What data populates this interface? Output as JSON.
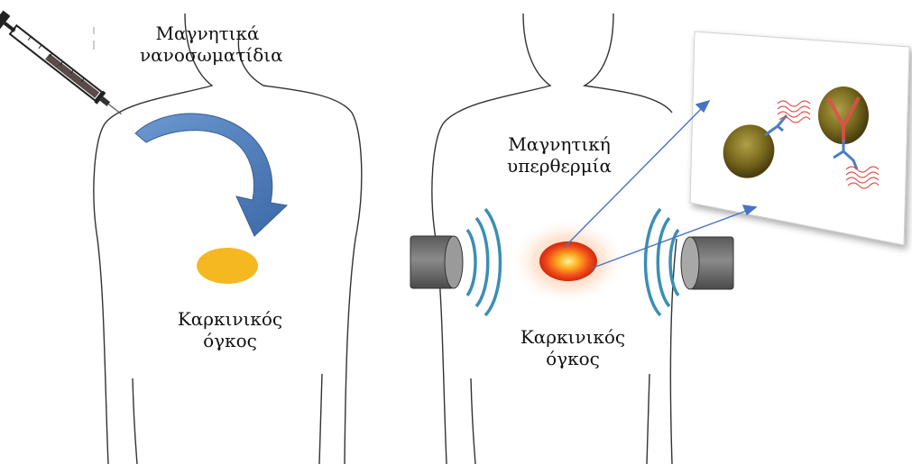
{
  "labels": {
    "nanoparticles_line1": "Μαγνητικά",
    "nanoparticles_line2": "νανοσωματίδια",
    "tumor_left_line1": "Καρκινικός",
    "tumor_left_line2": "όγκος",
    "hyperthermia_line1": "Μαγνητική",
    "hyperthermia_line2": "υπερθερμία",
    "tumor_right_line1": "Καρκινικός",
    "tumor_right_line2": "όγκος"
  },
  "colors": {
    "body_outline": "#333333",
    "arrow_blue": "#4a7ab8",
    "tumor_yellow": "#f5b820",
    "tumor_hot_center": "#ffd84a",
    "tumor_hot_edge": "#e8341a",
    "field_lines": "#3a8fb5",
    "magnet_gray": "#6b6b6b",
    "pointer_lines": "#4a72c4",
    "antibody_blue": "#4a7fc0",
    "protein_red": "#e0504a",
    "cell_olive": "#7a6a1e"
  },
  "icons": {
    "syringe": "syringe-icon",
    "arrow": "curved-arrow-icon",
    "magnet": "magnet-icon",
    "field": "magnetic-field-icon"
  }
}
